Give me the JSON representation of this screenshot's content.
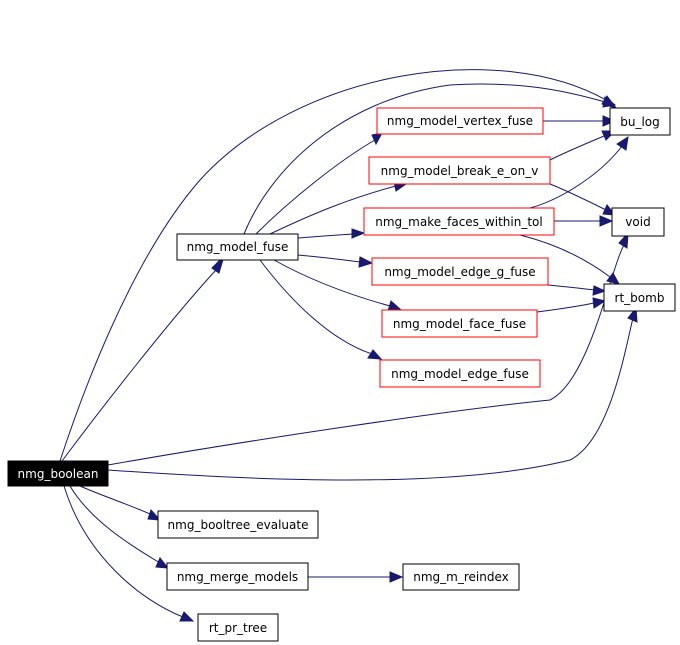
{
  "nodes": {
    "nmg_boolean": "nmg_boolean",
    "nmg_model_fuse": "nmg_model_fuse",
    "nmg_model_vertex_fuse": "nmg_model_vertex_fuse",
    "nmg_model_break_e_on_v": "nmg_model_break_e_on_v",
    "nmg_make_faces_within_tol": "nmg_make_faces_within_tol",
    "nmg_model_edge_g_fuse": "nmg_model_edge_g_fuse",
    "nmg_model_face_fuse": "nmg_model_face_fuse",
    "nmg_model_edge_fuse": "nmg_model_edge_fuse",
    "bu_log": "bu_log",
    "void": "void",
    "rt_bomb": "rt_bomb",
    "nmg_booltree_evaluate": "nmg_booltree_evaluate",
    "nmg_merge_models": "nmg_merge_models",
    "nmg_m_reindex": "nmg_m_reindex",
    "rt_pr_tree": "rt_pr_tree"
  },
  "colors": {
    "edge": "#191970",
    "highlight_border": "#ff0000",
    "root_fill": "#000000"
  }
}
